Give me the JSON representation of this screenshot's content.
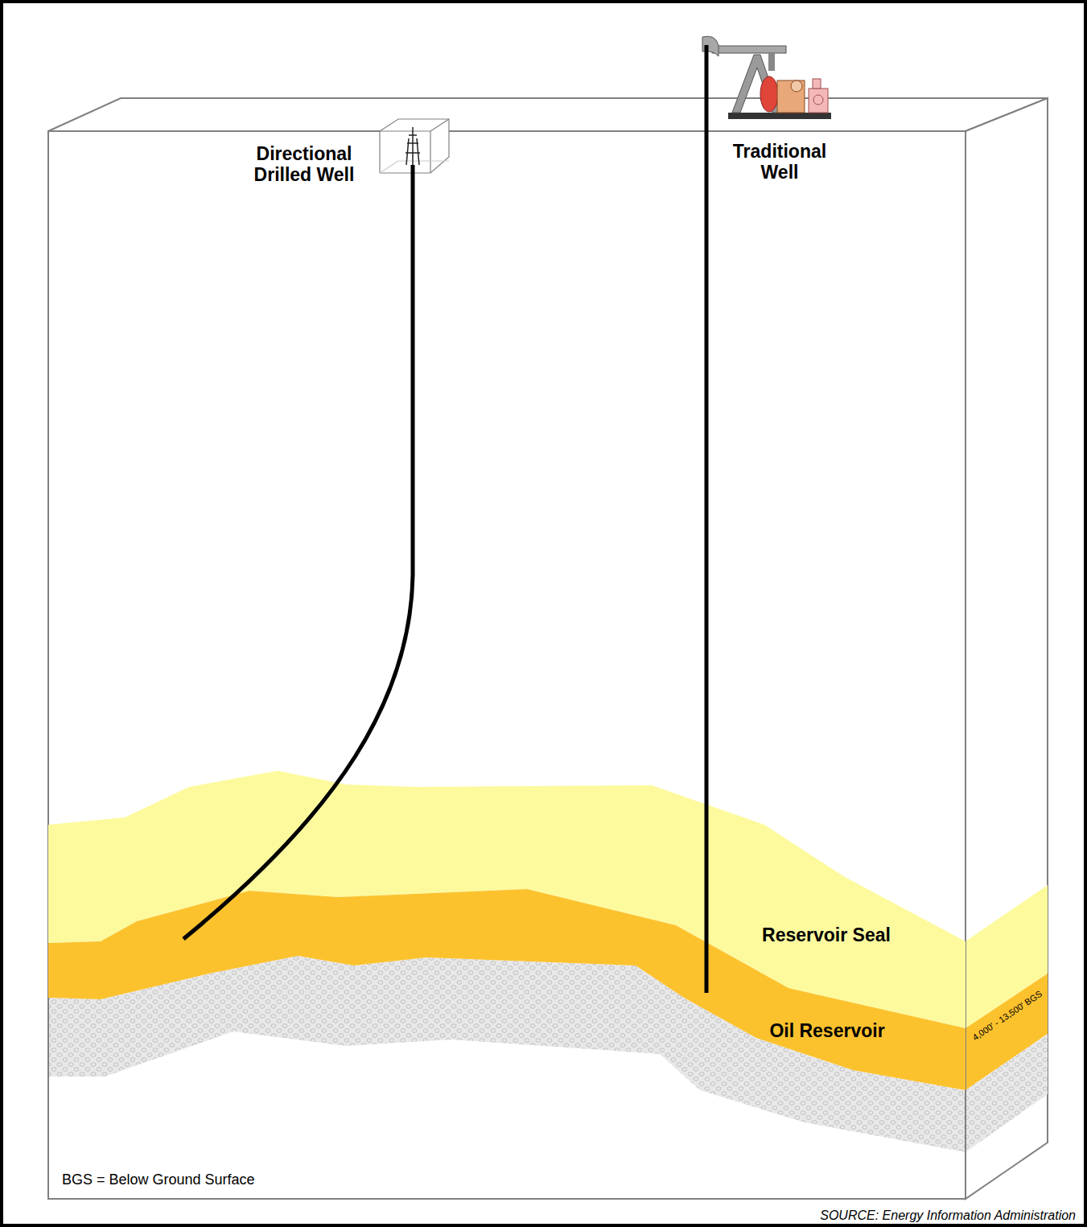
{
  "diagram": {
    "nodes": [
      {
        "text": [
          "Reservoir Seal"
        ]
      },
      {
        "text": [
          "Oil Reservoir"
        ]
      }
    ],
    "labels": [
      "Directional Drilled Well",
      "Traditional Well",
      "4,000' - 13,500' BGS",
      "BGS = Below Ground Surface",
      "SOURCE: Energy Information Administration"
    ]
  }
}
